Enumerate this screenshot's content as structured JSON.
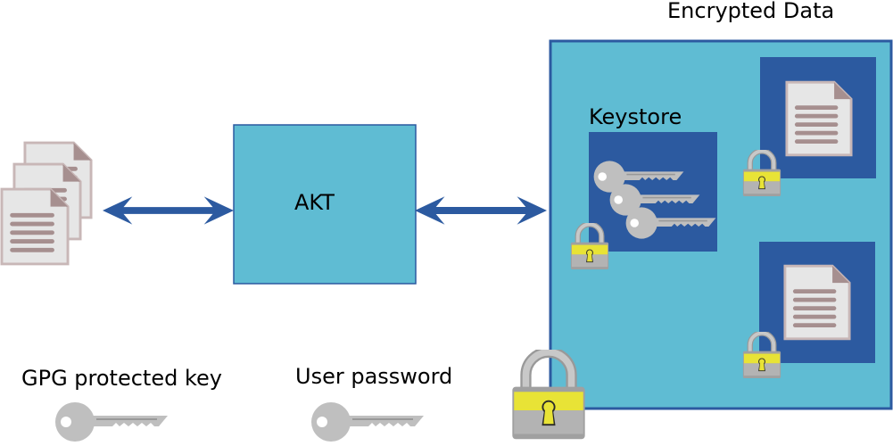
{
  "labels": {
    "encrypted_data": "Encrypted Data",
    "keystore": "Keystore",
    "akt": "AKT",
    "gpg_key": "GPG protected key",
    "user_password": "User password"
  },
  "colors": {
    "box_fill": "#5fbcd3",
    "box_stroke": "#2c5aa0",
    "inner_fill": "#2c5aa0",
    "arrow": "#2c5aa0",
    "key": "#bfbfbf",
    "lock_body": "#e8e336",
    "lock_shackle": "#b3b3b3",
    "document_page": "#e6e6e6",
    "document_lines": "#a68f8f"
  },
  "icons": [
    "document-stack-icon",
    "key-icon",
    "padlock-icon",
    "document-icon",
    "arrow-icon"
  ]
}
